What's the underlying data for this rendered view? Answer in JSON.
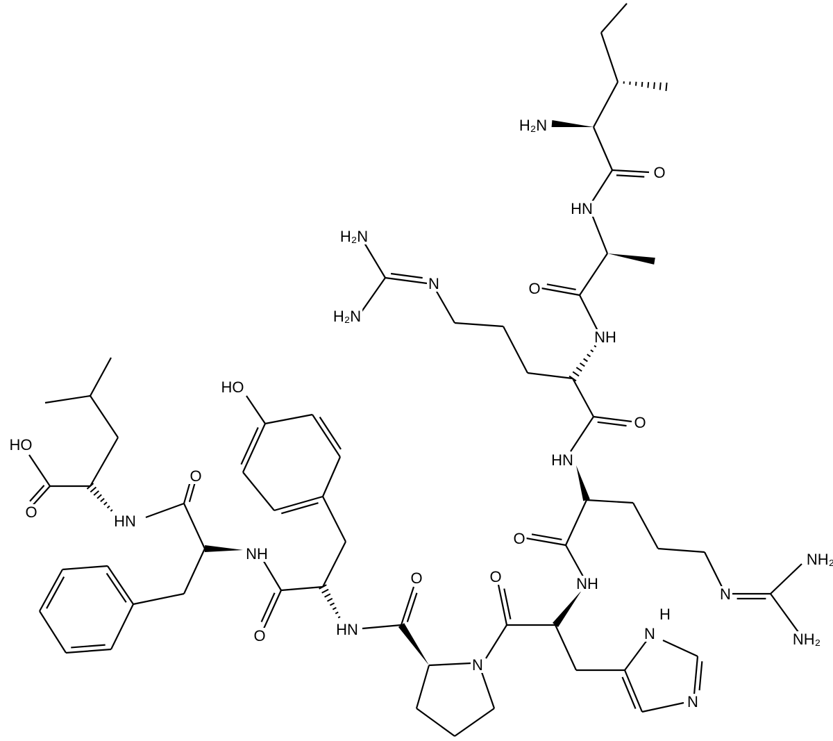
{
  "diagram": {
    "type": "chemical-structure",
    "bond_color": "#000000",
    "background": "#ffffff",
    "atom_labels": [
      "H₂N",
      "O",
      "HN",
      "O",
      "NH",
      "N",
      "H₂N",
      "H₂N",
      "O",
      "HN",
      "O",
      "NH",
      "N",
      "NH₂",
      "NH₂",
      "O",
      "N",
      "H",
      "N",
      "N",
      "O",
      "HN",
      "O",
      "NH",
      "HO",
      "O",
      "HN",
      "HO",
      "O"
    ]
  }
}
